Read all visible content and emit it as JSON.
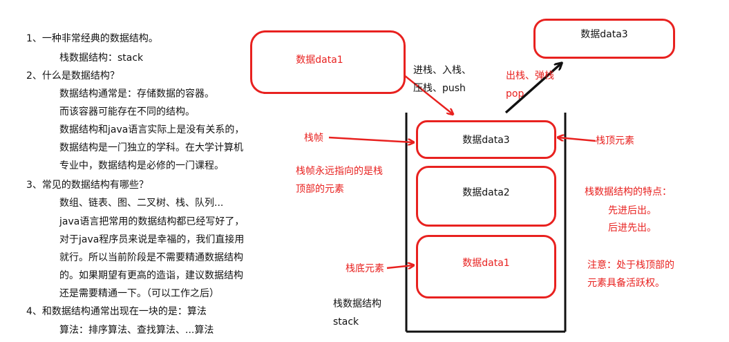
{
  "notes": [
    "1、一种非常经典的数据结构。",
    "栈数据结构：stack",
    "2、什么是数据结构？",
    "数据结构通常是：存储数据的容器。",
    "而该容器可能存在不同的结构。",
    "数据结构和java语言实际上是没有关系的，",
    "数据结构是一门独立的学科。在大学计算机",
    "专业中，数据结构是必修的一门课程。",
    "3、常见的数据结构有哪些？",
    "数组、链表、图、二叉树、栈、队列...",
    "java语言把常用的数据结构都已经写好了，",
    "对于java程序员来说是幸福的，我们直接用",
    "就行。所以当前阶段是不需要精通数据结构",
    "的。如果期望有更高的造诣，建议数据结构",
    "还是需要精通一下。（可以工作之后）",
    "4、和数据结构通常出现在一块的是：算法",
    "算法：排序算法、查找算法、...算法"
  ],
  "diagram": {
    "incoming": "数据data1",
    "outgoing": "数据data3",
    "push_line1": "进栈、入栈、",
    "push_line2": "压栈、push",
    "pop_line1": "出栈、弹栈",
    "pop_line2": "pop",
    "stack_items": [
      "数据data3",
      "数据data2",
      "数据data1"
    ],
    "frame_label": "栈帧",
    "frame_desc_line1": "栈帧永远指向的是栈",
    "frame_desc_line2": "顶部的元素",
    "top_label": "栈顶元素",
    "bottom_label": "栈底元素",
    "feature_title": "栈数据结构的特点：",
    "feature_1": "先进后出。",
    "feature_2": "后进先出。",
    "note_line1": "注意：处于栈顶部的",
    "note_line2": "元素具备活跃权。",
    "caption_line1": "栈数据结构",
    "caption_line2": "stack"
  },
  "colors": {
    "accent": "#e8211f",
    "ink": "#111111"
  }
}
